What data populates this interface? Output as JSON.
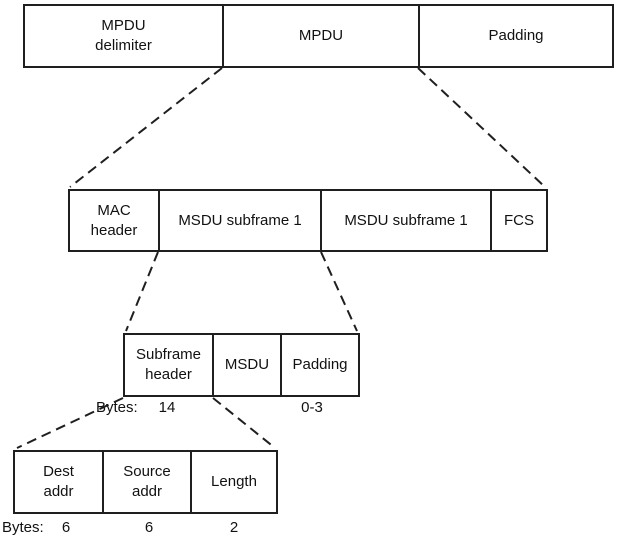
{
  "colors": {
    "border": "#1f1f1f",
    "text": "#111111",
    "background": "#ffffff"
  },
  "rows": [
    {
      "name": "mpdu-frame-row",
      "cells": [
        {
          "label": "MPDU\ndelimiter"
        },
        {
          "label": "MPDU"
        },
        {
          "label": "Padding"
        }
      ]
    },
    {
      "name": "mpdu-contents-row",
      "cells": [
        {
          "label": "MAC\nheader"
        },
        {
          "label": "MSDU subframe 1"
        },
        {
          "label": "MSDU subframe 1"
        },
        {
          "label": "FCS"
        }
      ]
    },
    {
      "name": "msdu-subframe-contents-row",
      "cells": [
        {
          "label": "Subframe\nheader"
        },
        {
          "label": "MSDU"
        },
        {
          "label": "Padding"
        }
      ]
    },
    {
      "name": "subframe-header-contents-row",
      "cells": [
        {
          "label": "Dest\naddr"
        },
        {
          "label": "Source\naddr"
        },
        {
          "label": "Length"
        }
      ]
    }
  ],
  "byte_labels": {
    "subframe_row": {
      "prefix": "Bytes:",
      "subframe_header": "14",
      "padding": "0-3"
    },
    "header_row": {
      "prefix": "Bytes:",
      "dest_addr": "6",
      "source_addr": "6",
      "length": "2"
    }
  }
}
